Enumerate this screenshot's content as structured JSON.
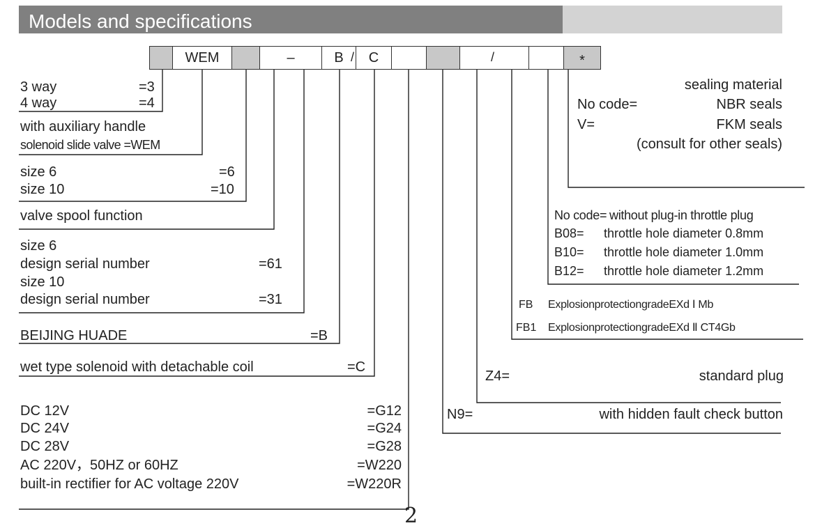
{
  "header": {
    "title": "Models and specifications"
  },
  "code_cells": [
    {
      "text": "",
      "shaded": true
    },
    {
      "text": "WEM",
      "shaded": false
    },
    {
      "text": "",
      "shaded": true
    },
    {
      "text": "–",
      "shaded": false
    },
    {
      "text": "B",
      "shaded": false
    },
    {
      "text": "C",
      "shaded": false
    },
    {
      "text": "",
      "shaded": false
    },
    {
      "text": "",
      "shaded": true
    },
    {
      "text": "",
      "shaded": false
    },
    {
      "text": "",
      "shaded": false
    },
    {
      "text": "*",
      "shaded": true
    }
  ],
  "slash_marks": [
    "/",
    "/"
  ],
  "left": {
    "ways": {
      "way3": "3 way",
      "way3_code": "=3",
      "way4": "4 way",
      "way4_code": "=4"
    },
    "handle": {
      "line1": "with auxiliary handle",
      "line2": "solenoid slide valve =WEM"
    },
    "size": {
      "s6": "size 6",
      "s6_code": "=6",
      "s10": "size 10",
      "s10_code": "=10"
    },
    "spool": "valve spool function",
    "serial": {
      "s6": "size 6",
      "design6": "design serial number",
      "code6": "=61",
      "s10": "size 10",
      "design10": "design serial number",
      "code10": "=31"
    },
    "maker": {
      "label": "BEIJING  HUADE",
      "code": "=B"
    },
    "solenoid": {
      "label": "wet type solenoid with detachable coil",
      "code": "=C"
    },
    "voltage": [
      {
        "label": "DC 12V",
        "code": "=G12"
      },
      {
        "label": "DC 24V",
        "code": "=G24"
      },
      {
        "label": "DC 28V",
        "code": "=G28"
      },
      {
        "label": "AC 220V，50HZ or 60HZ",
        "code": "=W220"
      },
      {
        "label": "built-in rectifier for AC voltage 220V",
        "code": "=W220R"
      }
    ]
  },
  "right": {
    "seal": {
      "title": "sealing material",
      "nocode": "No code=",
      "nbr": "NBR seals",
      "v": "V=",
      "fkm": "FKM seals",
      "other": "(consult for other seals)"
    },
    "throttle": [
      {
        "code": "No code=",
        "desc": "without plug-in throttle plug"
      },
      {
        "code": "B08=",
        "desc": "throttle hole diameter 0.8mm"
      },
      {
        "code": "B10=",
        "desc": "throttle hole diameter 1.0mm"
      },
      {
        "code": "B12=",
        "desc": "throttle hole diameter 1.2mm"
      }
    ],
    "explosion": [
      {
        "code": "FB",
        "desc": "ExplosionprotectiongradeEXd Ⅰ Mb"
      },
      {
        "code": "FB1",
        "desc": "ExplosionprotectiongradeEXd Ⅱ CT4Gb"
      }
    ],
    "plug": {
      "code": "Z4=",
      "desc": "standard plug"
    },
    "button": {
      "code": "N9=",
      "desc": "with hidden fault check button"
    }
  },
  "page_number": "2"
}
